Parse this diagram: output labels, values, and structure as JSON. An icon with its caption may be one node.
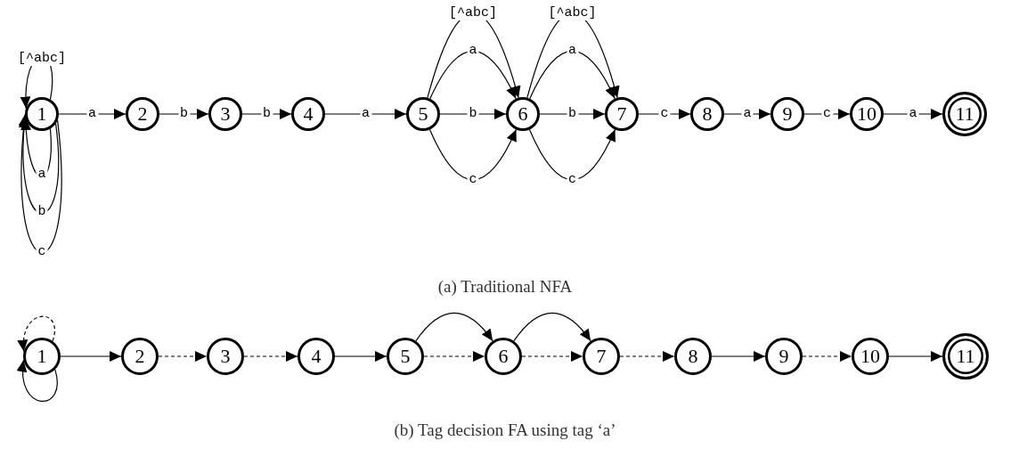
{
  "diagram": {
    "nodes": [
      {
        "text": [
          "1"
        ]
      },
      {
        "text": [
          "2"
        ]
      },
      {
        "text": [
          "3"
        ]
      },
      {
        "text": [
          "4"
        ]
      },
      {
        "text": [
          "5"
        ]
      },
      {
        "text": [
          "6"
        ]
      },
      {
        "text": [
          "7"
        ]
      },
      {
        "text": [
          "8"
        ]
      },
      {
        "text": [
          "9"
        ]
      },
      {
        "text": [
          "10"
        ]
      },
      {
        "text": [
          "11"
        ]
      },
      {
        "text": [
          "1"
        ]
      },
      {
        "text": [
          "2"
        ]
      },
      {
        "text": [
          "3"
        ]
      },
      {
        "text": [
          "4"
        ]
      },
      {
        "text": [
          "5"
        ]
      },
      {
        "text": [
          "6"
        ]
      },
      {
        "text": [
          "7"
        ]
      },
      {
        "text": [
          "8"
        ]
      },
      {
        "text": [
          "9"
        ]
      },
      {
        "text": [
          "10"
        ]
      },
      {
        "text": [
          "11"
        ]
      }
    ],
    "edges": [
      {
        "from": 0,
        "to": 0,
        "arrow": "to",
        "label": "[^abc]"
      },
      {
        "from": 0,
        "to": 0,
        "arrow": "to",
        "label": "a"
      },
      {
        "from": 0,
        "to": 0,
        "arrow": "to",
        "label": "b"
      },
      {
        "from": 0,
        "to": 0,
        "arrow": "to",
        "label": "c"
      },
      {
        "from": 0,
        "to": 1,
        "arrow": "to",
        "label": "a"
      },
      {
        "from": 1,
        "to": 2,
        "arrow": "to",
        "label": "b"
      },
      {
        "from": 2,
        "to": 3,
        "arrow": "to",
        "label": "b"
      },
      {
        "from": 3,
        "to": 4,
        "arrow": "to",
        "label": "a"
      },
      {
        "from": 4,
        "to": 5,
        "arrow": "to",
        "label": "[^abc]"
      },
      {
        "from": 4,
        "to": 5,
        "arrow": "to",
        "label": "a"
      },
      {
        "from": 4,
        "to": 5,
        "arrow": "to",
        "label": "b"
      },
      {
        "from": 4,
        "to": 5,
        "arrow": "to",
        "label": "c"
      },
      {
        "from": 5,
        "to": 6,
        "arrow": "to",
        "label": "[^abc]"
      },
      {
        "from": 5,
        "to": 6,
        "arrow": "to",
        "label": "a"
      },
      {
        "from": 5,
        "to": 6,
        "arrow": "to",
        "label": "b"
      },
      {
        "from": 5,
        "to": 6,
        "arrow": "to",
        "label": "c"
      },
      {
        "from": 6,
        "to": 7,
        "arrow": "to",
        "label": "c"
      },
      {
        "from": 7,
        "to": 8,
        "arrow": "to",
        "label": "a"
      },
      {
        "from": 8,
        "to": 9,
        "arrow": "to",
        "label": "c"
      },
      {
        "from": 9,
        "to": 10,
        "arrow": "to",
        "label": "a"
      },
      {
        "from": 11,
        "to": 11,
        "arrow": "to",
        "style": "dashed"
      },
      {
        "from": 11,
        "to": 11,
        "arrow": "to"
      },
      {
        "from": 11,
        "to": 12,
        "arrow": "to"
      },
      {
        "from": 12,
        "to": 13,
        "arrow": "to",
        "style": "dashed"
      },
      {
        "from": 13,
        "to": 14,
        "arrow": "to",
        "style": "dashed"
      },
      {
        "from": 14,
        "to": 15,
        "arrow": "to"
      },
      {
        "from": 15,
        "to": 16,
        "arrow": "to",
        "style": "dashed"
      },
      {
        "from": 15,
        "to": 16,
        "arrow": "to"
      },
      {
        "from": 16,
        "to": 17,
        "arrow": "to",
        "style": "dashed"
      },
      {
        "from": 16,
        "to": 17,
        "arrow": "to"
      },
      {
        "from": 17,
        "to": 18,
        "arrow": "to",
        "style": "dashed"
      },
      {
        "from": 18,
        "to": 19,
        "arrow": "to"
      },
      {
        "from": 19,
        "to": 20,
        "arrow": "to",
        "style": "dashed"
      },
      {
        "from": 20,
        "to": 21,
        "arrow": "to"
      }
    ],
    "labels": [
      "(a) Traditional NFA",
      "(b) Tag decision FA using tag ‘a’"
    ]
  }
}
